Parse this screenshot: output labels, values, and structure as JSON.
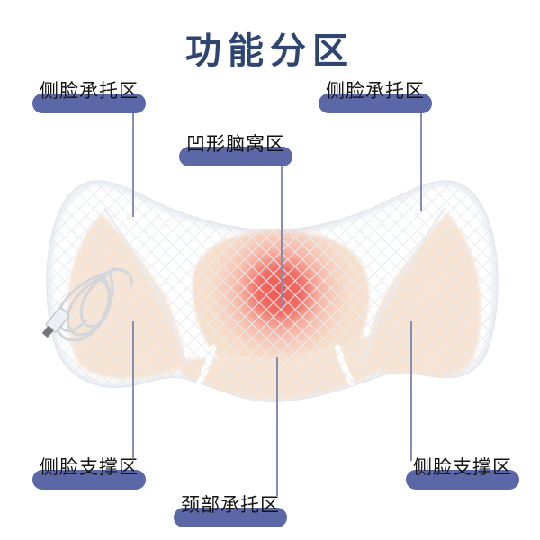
{
  "title": {
    "text": "功能分区"
  },
  "labels": [
    {
      "id": "top-left",
      "text": "侧脸承托区"
    },
    {
      "id": "top-right",
      "text": "侧脸承托区"
    },
    {
      "id": "center",
      "text": "凹形脑窝区"
    },
    {
      "id": "bottom-left",
      "text": "侧脸支撑区"
    },
    {
      "id": "bottom-center",
      "text": "颈部承托区"
    },
    {
      "id": "bottom-right",
      "text": "侧脸支撑区"
    }
  ],
  "colors": {
    "title": "#2e4571",
    "label_bar": "#5c67a8",
    "label_text": "#141414",
    "leader_line": "#8a8db3",
    "zone_peach": "#f8e4d1",
    "zone_center_peach": "#f7dfca",
    "heat_red": "#f05a52",
    "pillow_edge": "#e2e6ec",
    "cable_gray": "#d3d6db"
  },
  "diagram": {
    "type": "pillow-function-zones",
    "zones": [
      {
        "name": "side-face-support-left-top",
        "label": "侧脸承托区"
      },
      {
        "name": "side-face-support-right-top",
        "label": "侧脸承托区"
      },
      {
        "name": "concave-head-nest-center",
        "label": "凹形脑窝区"
      },
      {
        "name": "side-face-brace-left-bottom",
        "label": "侧脸支撑区"
      },
      {
        "name": "neck-support-bottom-center",
        "label": "颈部承托区"
      },
      {
        "name": "side-face-brace-right-bottom",
        "label": "侧脸支撑区"
      }
    ]
  }
}
